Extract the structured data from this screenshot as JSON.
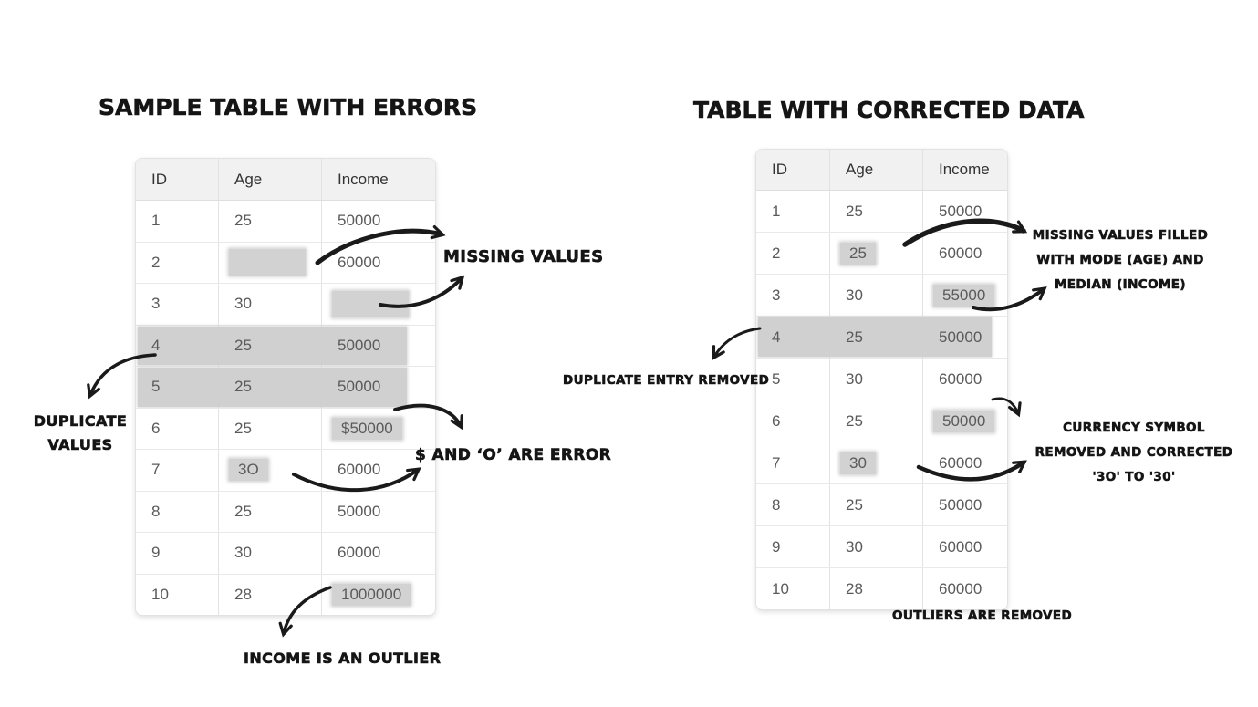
{
  "left_panel": {
    "title": "SAMPLE TABLE WITH ERRORS",
    "table": {
      "columns": [
        "ID",
        "Age",
        "Income"
      ],
      "rows": [
        {
          "cells": [
            "1",
            "25",
            "50000"
          ]
        },
        {
          "cells": [
            "2",
            "",
            "60000"
          ],
          "highlights": [
            1
          ]
        },
        {
          "cells": [
            "3",
            "30",
            ""
          ],
          "highlights": [
            2
          ]
        },
        {
          "cells": [
            "4",
            "25",
            "50000"
          ],
          "row_highlight": true
        },
        {
          "cells": [
            "5",
            "25",
            "50000"
          ],
          "row_highlight": true
        },
        {
          "cells": [
            "6",
            "25",
            "$50000"
          ],
          "highlights": [
            2
          ]
        },
        {
          "cells": [
            "7",
            "3O",
            "60000"
          ],
          "highlights": [
            1
          ]
        },
        {
          "cells": [
            "8",
            "25",
            "50000"
          ]
        },
        {
          "cells": [
            "9",
            "30",
            "60000"
          ]
        },
        {
          "cells": [
            "10",
            "28",
            "1000000"
          ],
          "highlights": [
            2
          ]
        }
      ]
    },
    "annotations": {
      "missing_values": "MISSING VALUES",
      "duplicate_values": "DUPLICATE\nVALUES",
      "dollar_error": "$ AND ‘O’ ARE ERROR",
      "income_outlier": "INCOME IS AN OUTLIER"
    }
  },
  "right_panel": {
    "title": "TABLE WITH CORRECTED DATA",
    "table": {
      "columns": [
        "ID",
        "Age",
        "Income"
      ],
      "rows": [
        {
          "cells": [
            "1",
            "25",
            "50000"
          ]
        },
        {
          "cells": [
            "2",
            "25",
            "60000"
          ],
          "highlights": [
            1
          ]
        },
        {
          "cells": [
            "3",
            "30",
            "55000"
          ],
          "highlights": [
            2
          ]
        },
        {
          "cells": [
            "4",
            "25",
            "50000"
          ],
          "row_highlight": true
        },
        {
          "cells": [
            "5",
            "30",
            "60000"
          ]
        },
        {
          "cells": [
            "6",
            "25",
            "50000"
          ],
          "highlights": [
            2
          ]
        },
        {
          "cells": [
            "7",
            "30",
            "60000"
          ],
          "highlights": [
            1
          ]
        },
        {
          "cells": [
            "8",
            "25",
            "50000"
          ]
        },
        {
          "cells": [
            "9",
            "30",
            "60000"
          ]
        },
        {
          "cells": [
            "10",
            "28",
            "60000"
          ]
        }
      ]
    },
    "annotations": {
      "missing_filled": "MISSING VALUES FILLED\nWITH MODE (AGE) AND\nMEDIAN (INCOME)",
      "duplicate_removed": "DUPLICATE ENTRY REMOVED",
      "currency_corrected": "CURRENCY SYMBOL\nREMOVED AND CORRECTED\n'3O' TO '30'",
      "outliers_removed": "OUTLIERS ARE REMOVED"
    }
  },
  "colors": {
    "highlight": "#d2d2d2",
    "table_header_bg": "#f1f1f1",
    "annotation_text": "#151515",
    "arrow": "#1a1a1a"
  }
}
